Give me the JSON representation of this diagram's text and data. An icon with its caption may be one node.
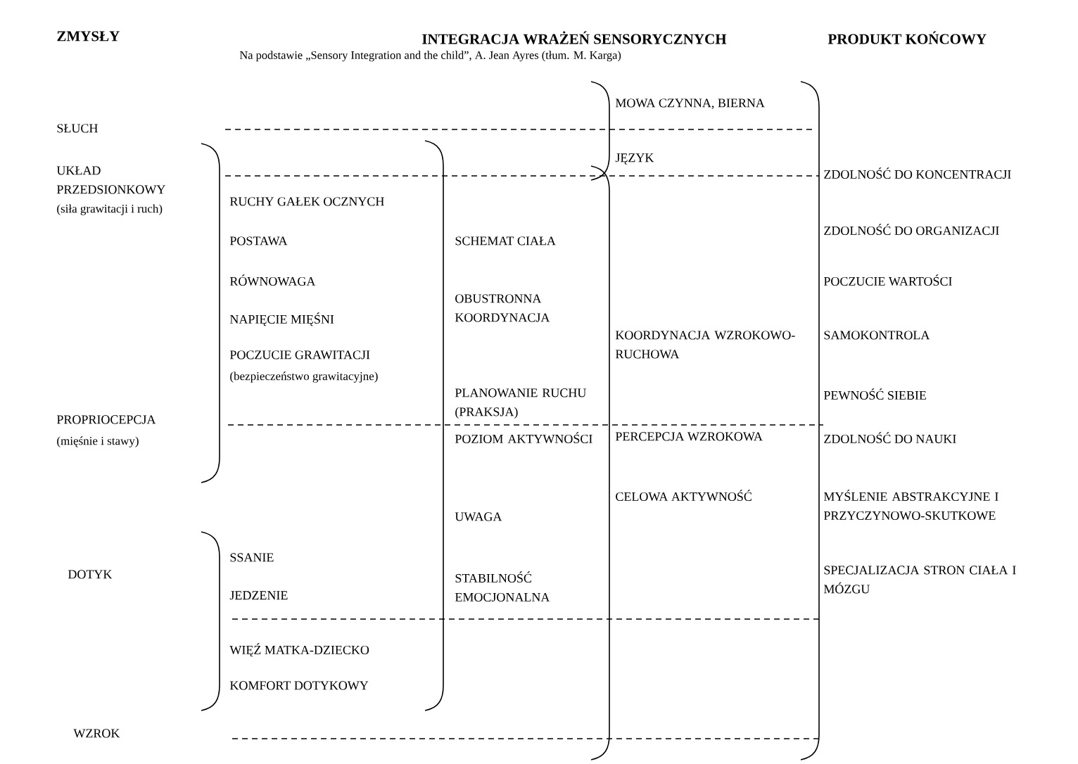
{
  "diagram": {
    "title": "INTEGRACJA WRAŻEŃ SENSORYCZNYCH",
    "labels": [
      "ZMYSŁY",
      "Na podstawie „Sensory Integration and the child”, A. Jean Ayres (tłum. M. Karga)",
      "PRODUKT KOŃCOWY",
      "MOWA CZYNNA, BIERNA",
      "SŁUCH",
      "JĘZYK",
      "UKŁAD PRZEDSIONKOWY",
      "ZDOLNOŚĆ DO KONCENTRACJI",
      "(siła grawitacji i ruch)",
      "RUCHY GAŁEK OCZNYCH",
      "ZDOLNOŚĆ DO ORGANIZACJI",
      "POSTAWA",
      "SCHEMAT CIAŁA",
      "RÓWNOWAGA",
      "POCZUCIE WARTOŚCI",
      "NAPIĘCIE MIĘŚNI",
      "OBUSTRONNA KOORDYNACJA",
      "KOORDYNACJA WZROKOWO-RUCHOWA",
      "SAMOKONTROLA",
      "POCZUCIE GRAWITACJI",
      "(bezpieczeństwo grawitacyjne)",
      "PLANOWANIE RUCHU (PRAKSJA)",
      "PEWNOŚĆ SIEBIE",
      "PROPRIOCEPCJA",
      "(mięśnie i stawy)",
      "POZIOM AKTYWNOŚCI",
      "PERCEPCJA WZROKOWA",
      "ZDOLNOŚĆ DO NAUKI",
      "CELOWA AKTYWNOŚĆ",
      "MYŚLENIE ABSTRAKCYJNE I PRZYCZYNOWO-SKUTKOWE",
      "UWAGA",
      "SSANIE",
      "STABILNOŚĆ EMOCJONALNA",
      "SPECJALIZACJA STRON CIAŁA I MÓZGU",
      "DOTYK",
      "JEDZENIE",
      "WIĘŹ MATKA-DZIECKO",
      "KOMFORT DOTYKOWY",
      "WZROK"
    ]
  }
}
